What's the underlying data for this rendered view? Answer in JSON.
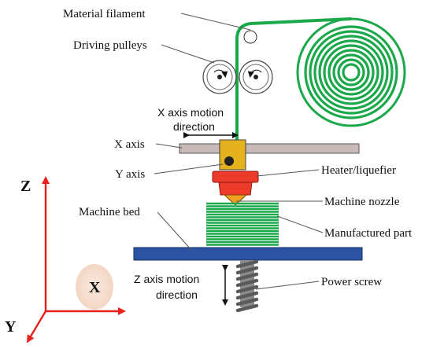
{
  "labels": {
    "material_filament": "Material filament",
    "driving_pulleys": "Driving pulleys",
    "x_motion_line1": "X axis motion",
    "x_motion_line2": "direction",
    "x_axis": "X axis",
    "y_axis": "Y axis",
    "heater": "Heater/liquefier",
    "nozzle": "Machine nozzle",
    "machine_bed": "Machine bed",
    "manufactured_part": "Manufactured part",
    "z_motion_line1": "Z axis motion",
    "z_motion_line2": "direction",
    "power_screw": "Power screw"
  },
  "axes": {
    "z": "Z",
    "x": "X",
    "y": "Y"
  },
  "colors": {
    "filament": "#1aa84a",
    "axis_arrows": "#e8201c",
    "bed": "#2a54a3",
    "heater": "#ee3a2a",
    "nozzle": "#f0a020",
    "carriage": "#e3b21c",
    "rail": "#c9b9b9",
    "screw": "#5a5a5a"
  }
}
